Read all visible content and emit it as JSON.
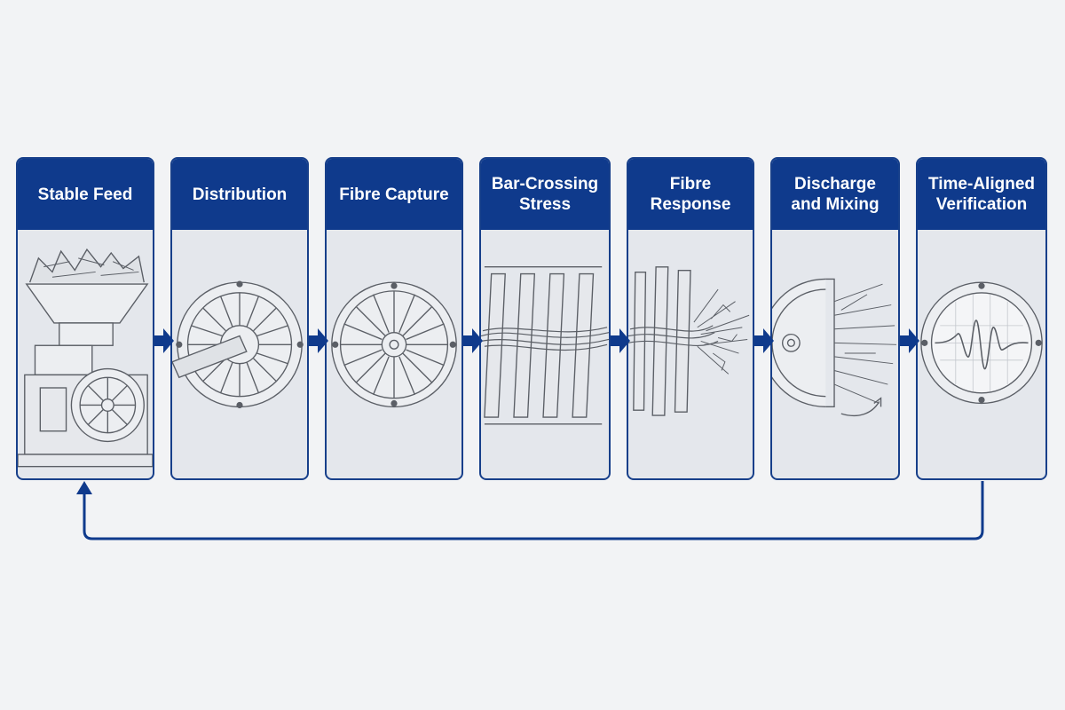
{
  "colors": {
    "accent": "#0f3a8c",
    "card_bg": "#e4e7ec",
    "sketch": "#5b5f66",
    "background": "#f2f3f5"
  },
  "steps": [
    {
      "id": "stable-feed",
      "label": "Stable Feed",
      "illustration": "feed-hopper-refiner"
    },
    {
      "id": "distribution",
      "label": "Distribution",
      "illustration": "refiner-disc-shaft"
    },
    {
      "id": "fibre-capture",
      "label": "Fibre Capture",
      "illustration": "refiner-plate"
    },
    {
      "id": "bar-crossing-stress",
      "label": "Bar-Crossing\nStress",
      "illustration": "bars-with-fibres"
    },
    {
      "id": "fibre-response",
      "label": "Fibre\nResponse",
      "illustration": "fibrillated-fibres"
    },
    {
      "id": "discharge-and-mixing",
      "label": "Discharge\nand Mixing",
      "illustration": "disc-discharge-spray"
    },
    {
      "id": "time-aligned-verification",
      "label": "Time-Aligned\nVerification",
      "illustration": "waveform-monitor"
    }
  ],
  "feedback_loop": {
    "from": "time-aligned-verification",
    "to": "stable-feed"
  }
}
